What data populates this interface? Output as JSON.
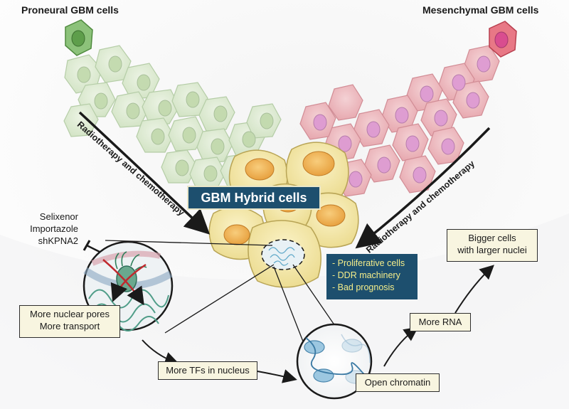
{
  "labels": {
    "proneural": "Proneural GBM cells",
    "mesenchymal": "Mesenchymal GBM cells",
    "hybrid": "GBM Hybrid cells",
    "therapy_left": "Radiotherapy and chemotherapy",
    "therapy_right": "Radiotherapy and chemotherapy"
  },
  "inhibitors": [
    "Selixenor",
    "Importazole",
    "shKPNA2"
  ],
  "hybrid_features": [
    "- Proliferative cells",
    "- DDR machinery",
    "- Bad prognosis"
  ],
  "boxes": {
    "nuclear_pores": [
      "More nuclear pores",
      "More transport"
    ],
    "tfs": "More TFs in nucleus",
    "chromatin": "Open chromatin",
    "rna": "More RNA",
    "bigger": [
      "Bigger cells",
      "with larger nuclei"
    ]
  },
  "colors": {
    "proneural_cell": "#cfe3c0",
    "mesenchymal_cell": "#e9a3aa",
    "hybrid_cell": "#f3e6a0",
    "hybrid_nucleus": "#f0b04d",
    "label_box_bg": "#1d4f6e",
    "feature_text": "#f4ed8a"
  }
}
